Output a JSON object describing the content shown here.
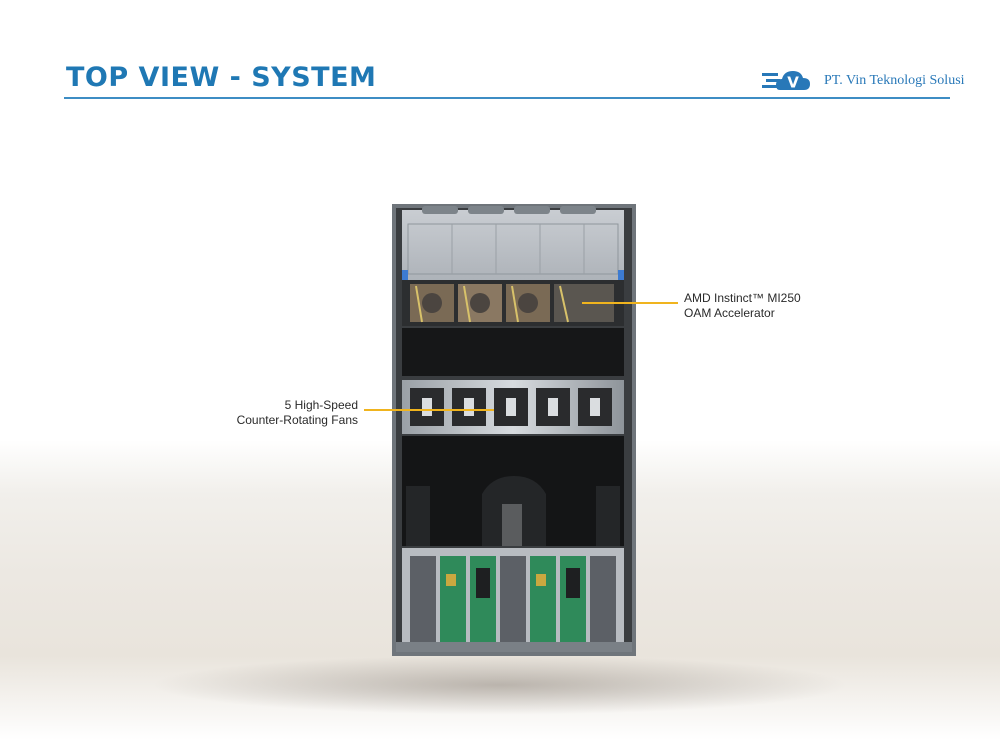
{
  "slide": {
    "title": "TOP VIEW - SYSTEM"
  },
  "logo": {
    "company": "PT. Vin Teknologi Solusi",
    "mark_letter": "V",
    "color": "#2878b8"
  },
  "callouts": [
    {
      "lines": [
        "AMD Instinct™  MI250",
        "OAM Accelerator"
      ]
    },
    {
      "lines": [
        "5 High-Speed",
        "Counter-Rotating  Fans"
      ]
    }
  ],
  "colors": {
    "title": "#1f78b4",
    "rule": "#3d8dc4",
    "callout_line": "#f0b41e"
  },
  "icons": {
    "logo": "speed-cloud-v-logo-icon"
  }
}
